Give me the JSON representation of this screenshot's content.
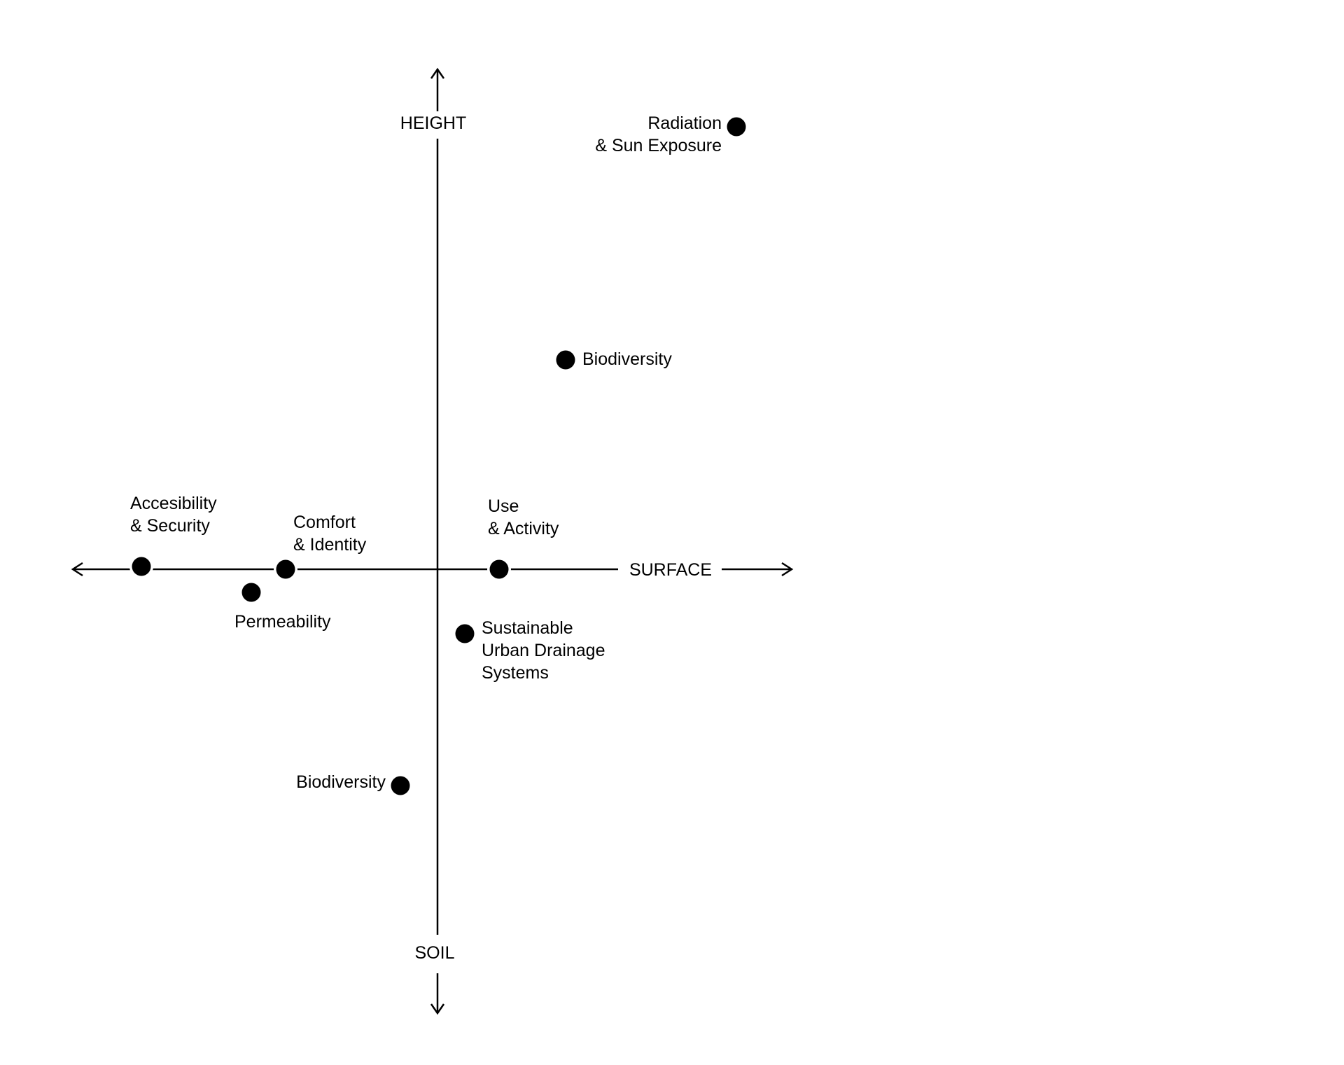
{
  "chart_data": {
    "type": "scatter",
    "title": "",
    "axes": {
      "up": "HEIGHT",
      "down": "SOIL",
      "right": "SURFACE"
    },
    "xlim": [
      -5.22,
      5.06
    ],
    "ylim": [
      -6.34,
      7.14
    ],
    "grid": false,
    "points": [
      {
        "label": [
          "Radiation",
          "& Sun Exposure"
        ],
        "x": 4.27,
        "y": 6.32,
        "anchor": "left-of"
      },
      {
        "label": [
          "Biodiversity"
        ],
        "x": 1.83,
        "y": 2.99,
        "anchor": "right-of"
      },
      {
        "label": [
          "Accesibility",
          "& Security"
        ],
        "x": -4.23,
        "y": 0.04,
        "anchor": "above"
      },
      {
        "label": [
          "Comfort",
          "& Identity"
        ],
        "x": -2.17,
        "y": 0,
        "anchor": "above-right"
      },
      {
        "label": [
          "Permeability"
        ],
        "x": -2.66,
        "y": -0.33,
        "anchor": "below"
      },
      {
        "label": [
          "Use",
          "& Activity"
        ],
        "x": 0.88,
        "y": 0,
        "anchor": "above"
      },
      {
        "label": [
          "Sustainable",
          "Urban Drainage",
          "Systems"
        ],
        "x": 0.39,
        "y": -0.92,
        "anchor": "right-of"
      },
      {
        "label": [
          "Biodiversity"
        ],
        "x": -0.53,
        "y": -3.09,
        "anchor": "left-of"
      }
    ],
    "color": "#000000"
  }
}
